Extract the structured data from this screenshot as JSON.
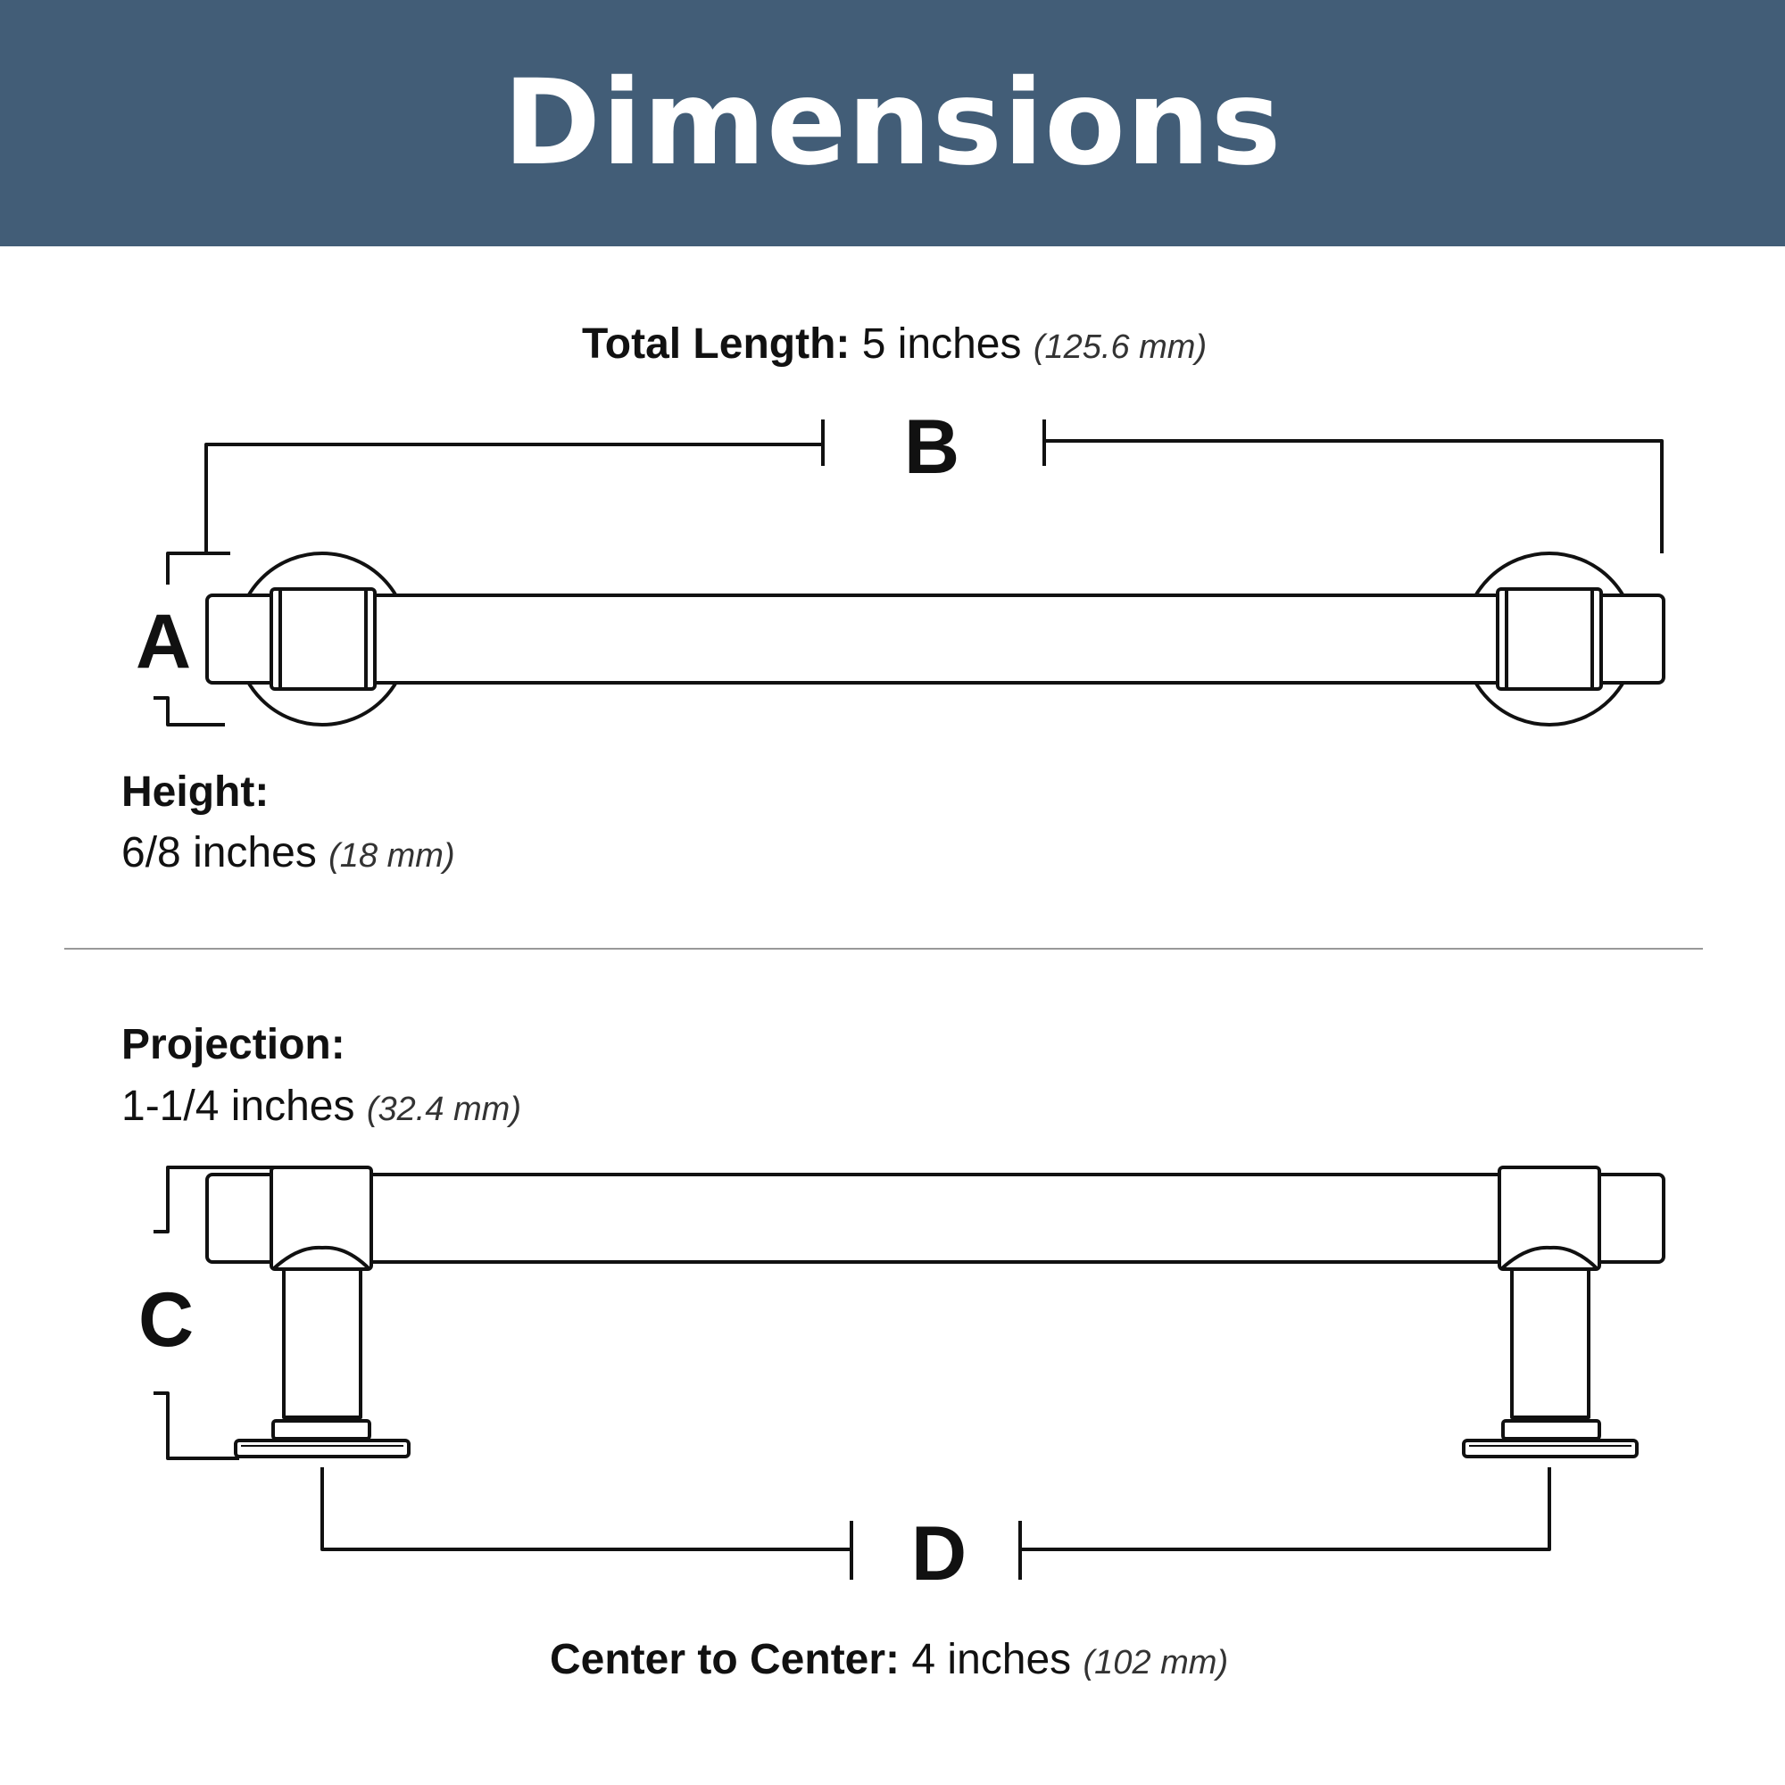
{
  "header": {
    "title": "Dimensions",
    "bg_color": "#425d77"
  },
  "specs": {
    "total_length": {
      "label": "Total Length:",
      "value": "5 inches",
      "metric": "(125.6 mm)"
    },
    "height": {
      "label": "Height:",
      "value": "6/8 inches",
      "metric": "(18 mm)"
    },
    "projection": {
      "label": "Projection:",
      "value": "1-1/4 inches",
      "metric": "(32.4 mm)"
    },
    "center_to_center": {
      "label": "Center to Center:",
      "value": "4 inches",
      "metric": "(102 mm)"
    }
  },
  "dimension_letters": {
    "a": "A",
    "b": "B",
    "c": "C",
    "d": "D"
  }
}
